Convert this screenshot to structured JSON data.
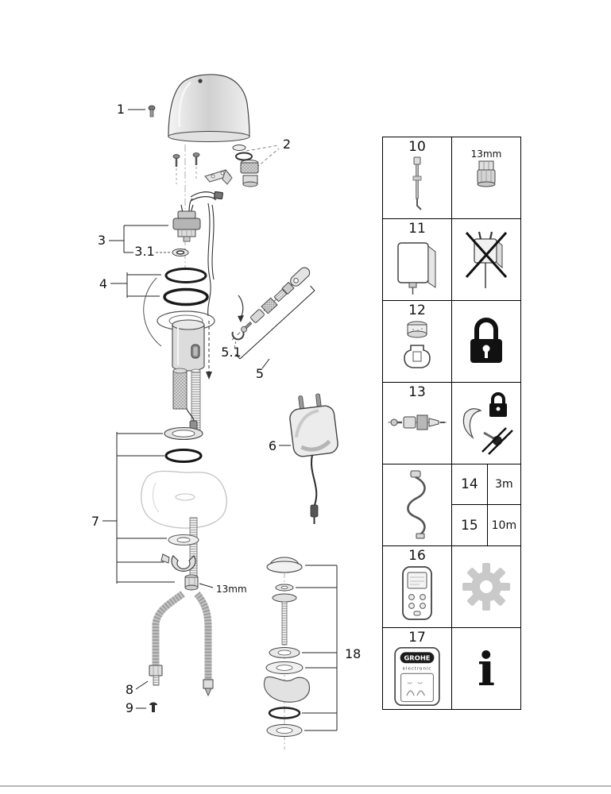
{
  "figure": {
    "title": "faucet-exploded-parts-diagram",
    "callouts": {
      "c1": "1",
      "c2": "2",
      "c3": "3",
      "c3_1": "3.1",
      "c4": "4",
      "c5": "5",
      "c5_1": "5.1",
      "c6": "6",
      "c7": "7",
      "c8": "8",
      "c9": "9",
      "c18": "18",
      "nut_size": "13mm"
    }
  },
  "parts_table": {
    "rows": [
      {
        "number": "10",
        "right_label": "13mm",
        "left_icon": "service-tool-icon",
        "right_icon": "nut-13mm-icon"
      },
      {
        "number": "11",
        "left_icon": "control-box-icon",
        "right_icon": "no-transformer-icon"
      },
      {
        "number": "12",
        "left_icon": "mousseur-kit-icon",
        "right_icon": "padlock-icon"
      },
      {
        "number": "13",
        "left_icon": "cable-connector-icon",
        "right_icon": "lock-screw-kit-icon"
      },
      {
        "left_icon": "extension-cable-icon",
        "variants": [
          {
            "number": "14",
            "length": "3m"
          },
          {
            "number": "15",
            "length": "10m"
          }
        ]
      },
      {
        "number": "16",
        "left_icon": "remote-control-icon",
        "right_icon": "gear-icon"
      },
      {
        "number": "17",
        "left_icon": "grohe-manual-icon",
        "right_icon": "info-icon"
      }
    ],
    "brand": "GROHE",
    "brand_sub": "electronic"
  },
  "misc": {
    "info_glyph": "i"
  },
  "colors": {
    "table_border": "#000000",
    "gear_gray": "#c9c9c9",
    "lock_black": "#111111",
    "line_black": "#222222"
  }
}
